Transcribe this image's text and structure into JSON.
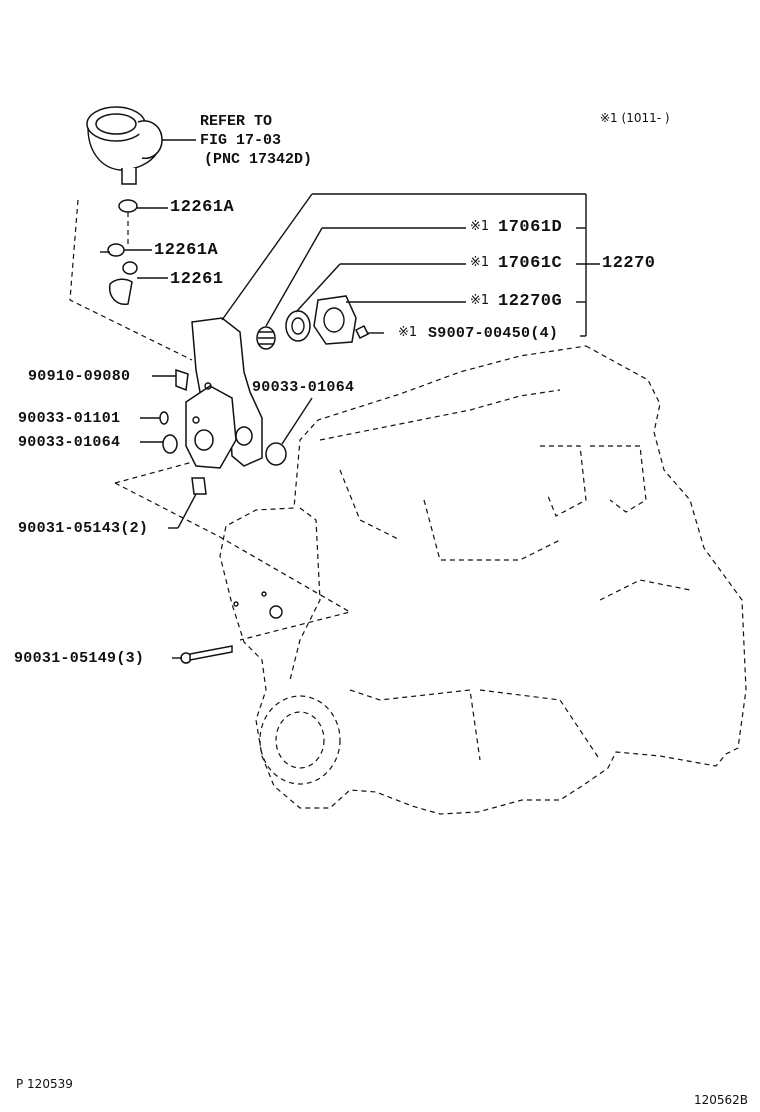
{
  "refer_note": {
    "line1": "REFER TO",
    "line2": "FIG 17-03",
    "line3": "(PNC 17342D)"
  },
  "applicability_note": {
    "mark": "※1",
    "text": "(1011-      )"
  },
  "callouts": {
    "c12261A_top": "12261A",
    "c12261A_mid": "12261A",
    "c12261": "12261",
    "c17061D": "17061D",
    "c17061C": "17061C",
    "c12270": "12270",
    "c12270G": "12270G",
    "cS9007": "S9007-00450(4)",
    "c90910": "90910-09080",
    "c90033_01064_right": "90033-01064",
    "c90033_01101": "90033-01101",
    "c90033_01064_left": "90033-01064",
    "c90031_05143": "90031-05143(2)",
    "c90031_05149": "90031-05149(3)"
  },
  "marks": {
    "m17061D": "※1",
    "m17061C": "※1",
    "m12270G": "※1",
    "mS9007": "※1"
  },
  "footer": {
    "left": "P 120539",
    "right": "120562B"
  }
}
